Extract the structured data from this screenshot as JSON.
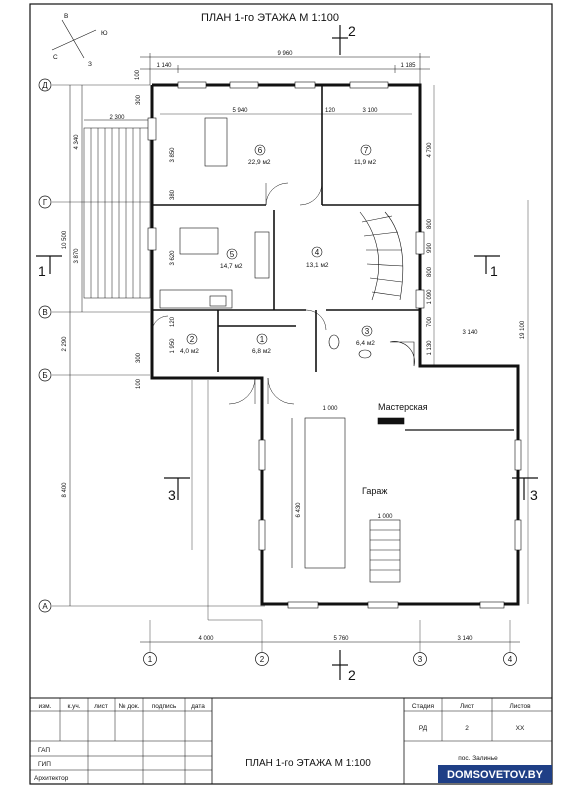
{
  "title": "ПЛАН 1-го ЭТАЖА  М 1:100",
  "compass": {
    "n": "В",
    "e": "Ю",
    "w": "С",
    "s": "З"
  },
  "section_labels": {
    "s2": "2",
    "s1": "1",
    "s3": "3"
  },
  "axes_horizontal": [
    "1",
    "2",
    "3",
    "4"
  ],
  "axes_vertical": [
    "Д",
    "Г",
    "В",
    "Б",
    "А"
  ],
  "dims_top": {
    "total": "9 960",
    "left": "1 140",
    "right": "1 185",
    "side": "100"
  },
  "dims_inner": {
    "d5940": "5 940",
    "d120a": "120",
    "d3100": "3 100",
    "d2300": "2 300"
  },
  "dims_bottom": {
    "d4000": "4 000",
    "d5760": "5 760",
    "d3140": "3 140"
  },
  "dims_left_outer": {
    "d10500": "10 500",
    "d2290": "2 290",
    "d8400": "8 400"
  },
  "dims_left_inner": {
    "d4340": "4 340",
    "d3870": "3 870"
  },
  "dims_left_wall": {
    "d300a": "300",
    "d3850": "3 850",
    "d380": "380",
    "d3620": "3 620",
    "d120b": "120",
    "d1950": "1 950",
    "d300b": "300",
    "d100b": "100"
  },
  "dims_right": {
    "d4790": "4 790",
    "d800a": "800",
    "d990": "990",
    "d800b": "800",
    "d1090": "1 090",
    "d700": "700",
    "d1130": "1 130",
    "d19100": "19 100",
    "d3140r": "3 140"
  },
  "dims_garage": {
    "d1000a": "1 000",
    "d6430": "6 430",
    "d1000b": "1 000"
  },
  "rooms": [
    {
      "num": "6",
      "area": "22,9 м2"
    },
    {
      "num": "7",
      "area": "11,9 м2"
    },
    {
      "num": "5",
      "area": "14,7 м2"
    },
    {
      "num": "4",
      "area": "13,1 м2"
    },
    {
      "num": "2",
      "area": "4,0 м2"
    },
    {
      "num": "1",
      "area": "6,8 м2"
    },
    {
      "num": "3",
      "area": "6,4 м2"
    }
  ],
  "garage_labels": {
    "workshop": "Мастерская",
    "garage": "Гараж"
  },
  "stamp": {
    "headers": [
      "изм.",
      "к.уч.",
      "лист",
      "№ док.",
      "подпись",
      "дата"
    ],
    "roles": [
      "ГАП",
      "ГИП",
      "Архитектор"
    ],
    "col_stage": "Стадия",
    "col_sheet": "Лист",
    "col_sheets": "Листов",
    "stage": "РД",
    "sheet": "2",
    "sheets": "XX",
    "title": "ПЛАН 1-го ЭТАЖА  М 1:100",
    "location": "пос. Залинье"
  },
  "watermark": "DOMSOVETOV.BY"
}
